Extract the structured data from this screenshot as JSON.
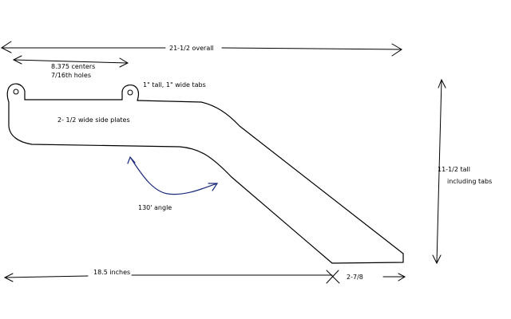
{
  "labels": {
    "overall": "21-1/2 overall",
    "centers": "8.375 centers",
    "holes": "7/16th holes",
    "tabs": "1\" tall, 1\" wide tabs",
    "side_plates": "2- 1/2 wide side plates",
    "angle": "130' angle",
    "tall_line1": "11-1/2 tall",
    "tall_line2": "including tabs",
    "length": "18.5 inches",
    "width_end": "2-7/8"
  }
}
